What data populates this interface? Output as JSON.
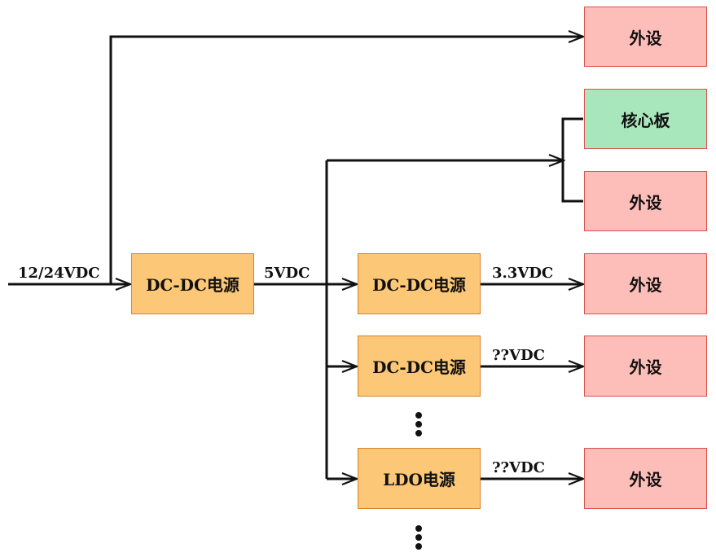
{
  "input": {
    "label": "12/24VDC"
  },
  "main_converter": {
    "label": "DC-DC电源",
    "output_label": "5VDC"
  },
  "top_peripheral": {
    "label": "外设"
  },
  "core_group": {
    "core_board": "核心板",
    "peripheral": "外设"
  },
  "branches": [
    {
      "converter": "DC-DC电源",
      "output_label": "3.3VDC",
      "peripheral": "外设"
    },
    {
      "converter": "DC-DC电源",
      "output_label": "??VDC",
      "peripheral": "外设"
    },
    {
      "converter": "LDO电源",
      "output_label": "??VDC",
      "peripheral": "外设"
    }
  ],
  "colors": {
    "converter_fill": "#fcc776",
    "peripheral_fill": "#fdbdb8",
    "core_fill": "#a8e6bc",
    "line": "#111111"
  }
}
